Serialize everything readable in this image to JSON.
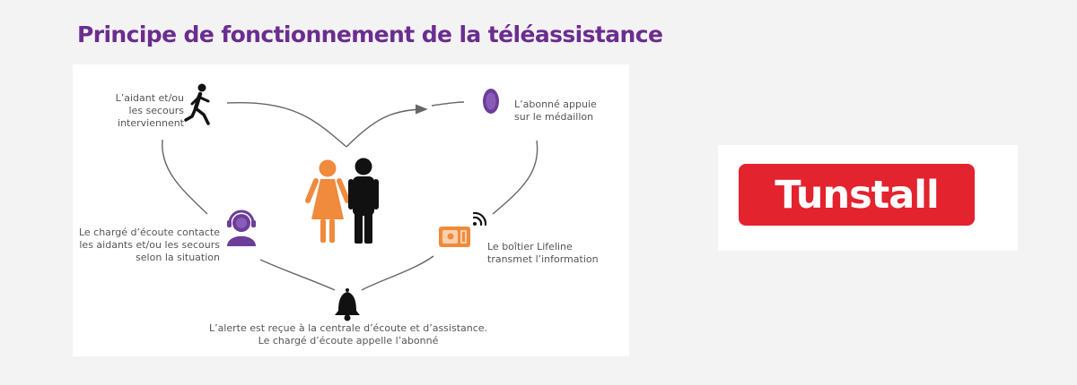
{
  "title": "Principe de fonctionnement de la téléassistance",
  "colors": {
    "title": "#6b2d8f",
    "purple": "#6c3d99",
    "orange": "#f08a3c",
    "black": "#111111",
    "line": "#555555",
    "brand_red": "#e3232e"
  },
  "steps": {
    "subscriber": "L’abonné appuie\nsur le médaillon",
    "lifeline": "Le boîtier Lifeline\ntransmet l’information",
    "alert": "L’alerte est reçue à la centrale d’écoute et d’assistance.\nLe chargé d’écoute appelle l’abonné",
    "operator": "Le chargé d’écoute contacte\nles aidants et/ou les secours\nselon la situation",
    "helpers": "L’aidant et/ou\nles secours\ninterviennent"
  },
  "icons": {
    "helper": "running-person-icon",
    "pendant": "pendant-icon",
    "signal": "wifi-signal-icon",
    "device": "lifeline-box-icon",
    "bell": "bell-icon",
    "operator": "headset-operator-icon",
    "couple": "couple-icon"
  },
  "brand": {
    "logo_text": "Tunstall"
  }
}
